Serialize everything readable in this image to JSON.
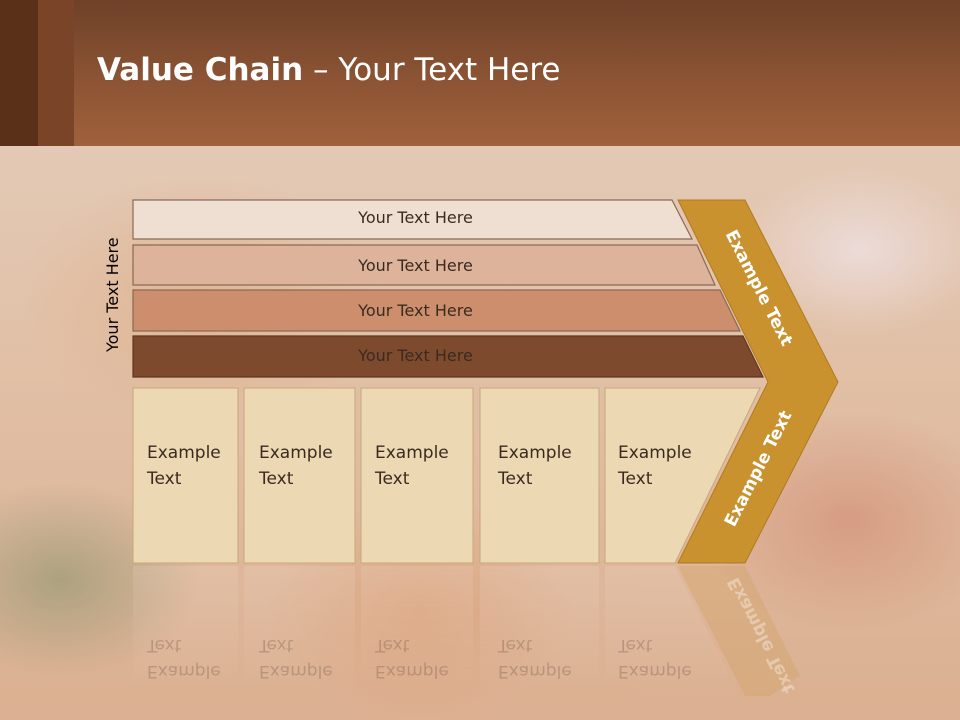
{
  "title": {
    "bold": "Value Chain",
    "rest": " – Your Text Here"
  },
  "side_label": "Your Text Here",
  "bars": [
    {
      "label": "Your Text Here",
      "fill": "#efdfd3"
    },
    {
      "label": "Your Text Here",
      "fill": "#ddb39b"
    },
    {
      "label": "Your Text Here",
      "fill": "#cc8e6c"
    },
    {
      "label": "Your Text Here",
      "fill": "#7e4a2e"
    }
  ],
  "boxes": [
    {
      "line1": "Example",
      "line2": "Text"
    },
    {
      "line1": "Example",
      "line2": "Text"
    },
    {
      "line1": "Example",
      "line2": "Text"
    },
    {
      "line1": "Example",
      "line2": "Text"
    },
    {
      "line1": "Example",
      "line2": "Text"
    }
  ],
  "chevron": {
    "top_text": "Example Text",
    "bottom_text": "Example Text",
    "fill": "#c9922f"
  },
  "colors": {
    "header": "#8c5434",
    "box_fill": "#ecd8b2",
    "box_border": "#c9a878"
  }
}
